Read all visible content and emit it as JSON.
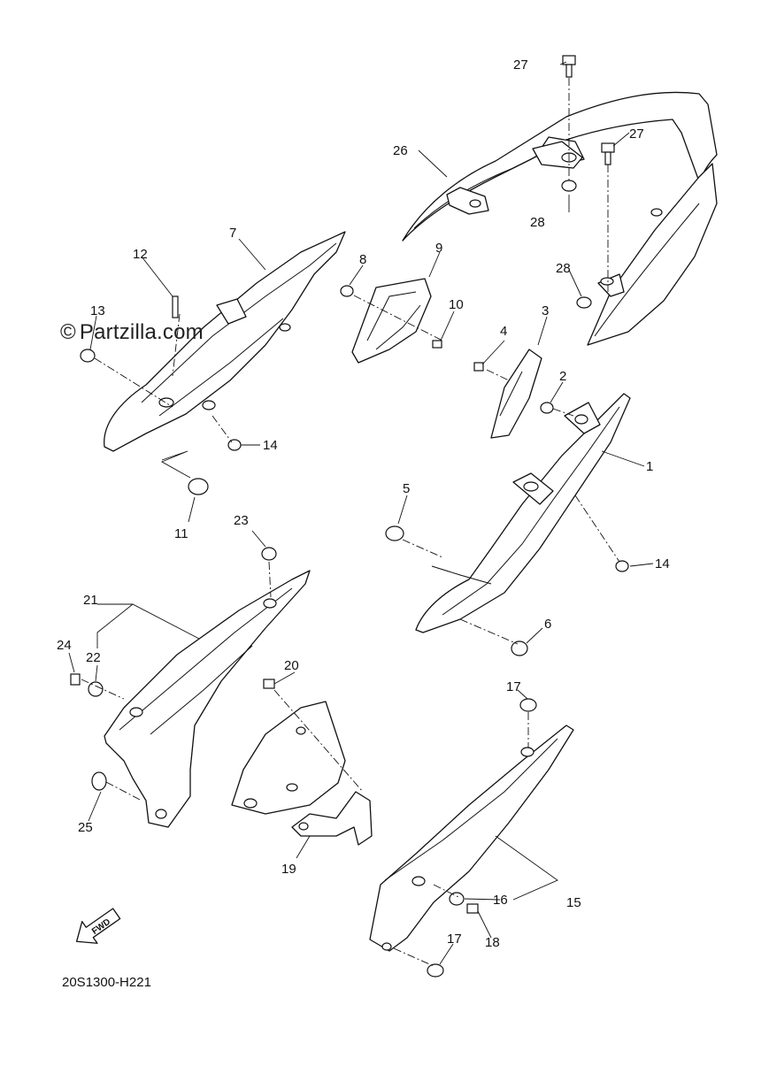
{
  "watermark": {
    "symbol": "©",
    "text": "Partzilla.com"
  },
  "diagram_code": "20S1300-H221",
  "fwd_label": "FWD",
  "callouts": [
    {
      "id": "1",
      "label": "1"
    },
    {
      "id": "2",
      "label": "2"
    },
    {
      "id": "3",
      "label": "3"
    },
    {
      "id": "4",
      "label": "4"
    },
    {
      "id": "5",
      "label": "5"
    },
    {
      "id": "6",
      "label": "6"
    },
    {
      "id": "7",
      "label": "7"
    },
    {
      "id": "8",
      "label": "8"
    },
    {
      "id": "9",
      "label": "9"
    },
    {
      "id": "10",
      "label": "10"
    },
    {
      "id": "11",
      "label": "11"
    },
    {
      "id": "12",
      "label": "12"
    },
    {
      "id": "13",
      "label": "13"
    },
    {
      "id": "14a",
      "label": "14"
    },
    {
      "id": "14b",
      "label": "14"
    },
    {
      "id": "15",
      "label": "15"
    },
    {
      "id": "16",
      "label": "16"
    },
    {
      "id": "17a",
      "label": "17"
    },
    {
      "id": "17b",
      "label": "17"
    },
    {
      "id": "18",
      "label": "18"
    },
    {
      "id": "19",
      "label": "19"
    },
    {
      "id": "20",
      "label": "20"
    },
    {
      "id": "21",
      "label": "21"
    },
    {
      "id": "22",
      "label": "22"
    },
    {
      "id": "23",
      "label": "23"
    },
    {
      "id": "24",
      "label": "24"
    },
    {
      "id": "25",
      "label": "25"
    },
    {
      "id": "26",
      "label": "26"
    },
    {
      "id": "27a",
      "label": "27"
    },
    {
      "id": "27b",
      "label": "27"
    },
    {
      "id": "28a",
      "label": "28"
    },
    {
      "id": "28b",
      "label": "28"
    }
  ]
}
